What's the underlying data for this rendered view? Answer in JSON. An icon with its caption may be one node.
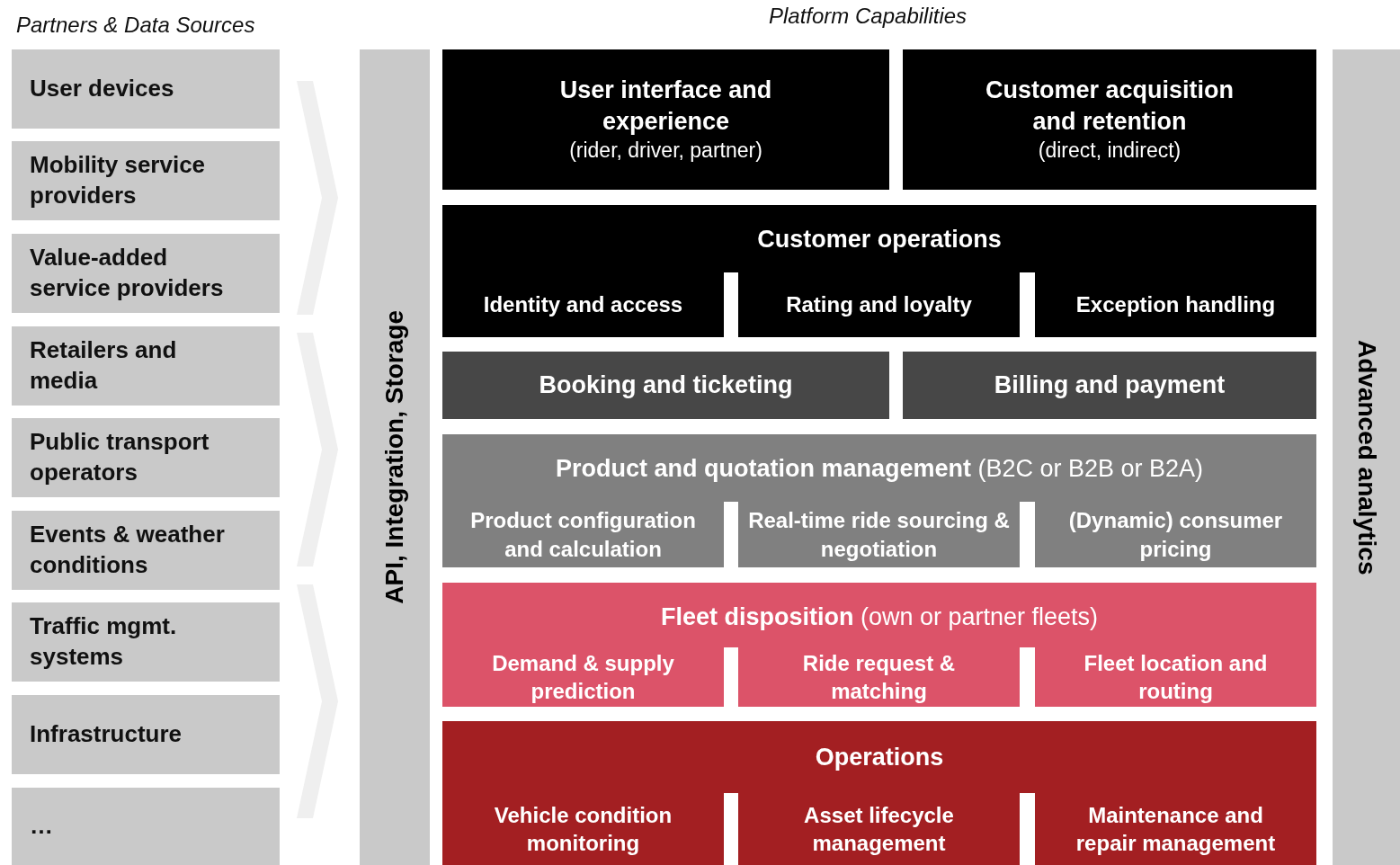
{
  "diagram": {
    "title": "Platform Capabilities",
    "nodes": [
      {
        "text": [
          "User devices"
        ]
      },
      {
        "text": [
          "Mobility service providers"
        ]
      },
      {
        "text": [
          "Value-added service providers"
        ]
      },
      {
        "text": [
          "Retailers and media"
        ]
      },
      {
        "text": [
          "Public transport operators"
        ]
      },
      {
        "text": [
          "Events & weather conditions"
        ]
      },
      {
        "text": [
          "Traffic mgmt. systems"
        ]
      },
      {
        "text": [
          "Infrastructure"
        ]
      },
      {
        "text": [
          "…"
        ]
      },
      {
        "text": [
          "API, Integration, Storage"
        ]
      },
      {
        "text": [
          "User interface and experience",
          "(rider, driver, partner)"
        ]
      },
      {
        "text": [
          "Customer acquisition and retention",
          "(direct, indirect)"
        ]
      },
      {
        "text": [
          "Customer operations"
        ]
      },
      {
        "text": [
          "Identity and access"
        ],
        "in": 12
      },
      {
        "text": [
          "Rating and loyalty"
        ],
        "in": 12
      },
      {
        "text": [
          "Exception handling"
        ],
        "in": 12
      },
      {
        "text": [
          "Booking and ticketing"
        ]
      },
      {
        "text": [
          "Billing and payment"
        ]
      },
      {
        "text": [
          "**Product and quotation management** (B2C or B2B or B2A)"
        ]
      },
      {
        "text": [
          "Product configuration and calculation"
        ],
        "in": 18
      },
      {
        "text": [
          "Real-time ride sourcing & negotiation"
        ],
        "in": 18
      },
      {
        "text": [
          "(Dynamic) consumer pricing"
        ],
        "in": 18
      },
      {
        "text": [
          "**Fleet disposition** (own or partner fleets)"
        ]
      },
      {
        "text": [
          "Demand & supply prediction"
        ],
        "in": 22
      },
      {
        "text": [
          "Ride request & matching"
        ],
        "in": 22
      },
      {
        "text": [
          "Fleet location and routing"
        ],
        "in": 22
      },
      {
        "text": [
          "Operations"
        ]
      },
      {
        "text": [
          "Vehicle condition monitoring"
        ],
        "in": 26
      },
      {
        "text": [
          "Asset lifecycle management"
        ],
        "in": 26
      },
      {
        "text": [
          "Maintenance and repair management"
        ],
        "in": 26
      },
      {
        "text": [
          "Advanced analytics"
        ]
      }
    ],
    "labels": [
      "Partners & Data Sources"
    ]
  }
}
